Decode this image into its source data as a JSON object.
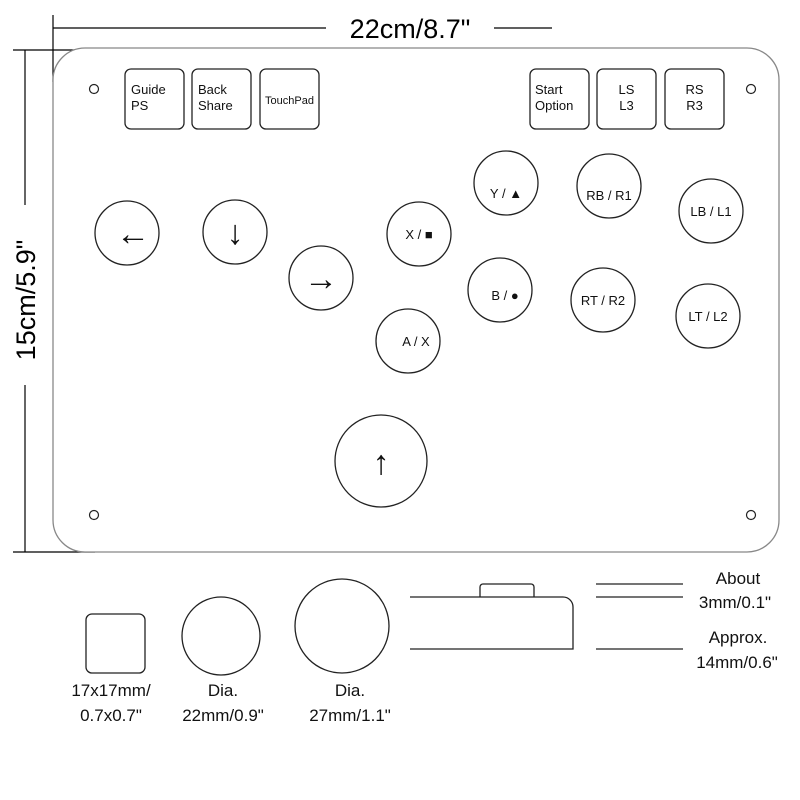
{
  "dimensions": {
    "width": "22cm/8.7\"",
    "height": "15cm/5.9\""
  },
  "small_buttons": [
    {
      "line1": "Guide",
      "line2": "PS"
    },
    {
      "line1": "Back",
      "line2": "Share"
    },
    {
      "line1": "TouchPad",
      "line2": ""
    },
    {
      "line1": "Start",
      "line2": "Option"
    },
    {
      "line1": "LS",
      "line2": "L3"
    },
    {
      "line1": "RS",
      "line2": "R3"
    }
  ],
  "buttons": {
    "left": "←",
    "down": "↓",
    "right": "→",
    "up": "↑",
    "x": "X / ■",
    "y": "Y / ▲",
    "rb": "RB / R1",
    "lb": "LB / L1",
    "a": "A / X",
    "b": "B / ●",
    "rt": "RT / R2",
    "lt": "LT / L2"
  },
  "legend": {
    "square_l1": "17x17mm/",
    "square_l2": "0.7x0.7\"",
    "small_l1": "Dia.",
    "small_l2": "22mm/0.9\"",
    "large_l1": "Dia.",
    "large_l2": "27mm/1.1\"",
    "top_l1": "About",
    "top_l2": "3mm/0.1\"",
    "body_l1": "Approx.",
    "body_l2": "14mm/0.6\""
  }
}
